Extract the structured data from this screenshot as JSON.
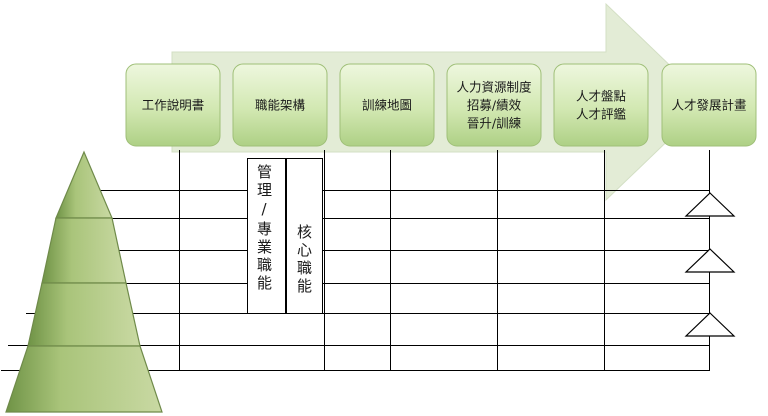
{
  "flow": {
    "steps": [
      {
        "label": [
          "工作說明書"
        ]
      },
      {
        "label": [
          "職能架構"
        ]
      },
      {
        "label": [
          "訓練地圖"
        ]
      },
      {
        "label": [
          "人力資源制度",
          "招募/績效",
          "晉升/訓練"
        ]
      },
      {
        "label": [
          "人才盤點",
          "人才評鑑"
        ]
      },
      {
        "label": [
          "人才發展計畫"
        ]
      }
    ]
  },
  "competency": {
    "management": "管理/專業職能",
    "core": "核心職能"
  },
  "colors": {
    "arrow_fill": "#e3ecd6",
    "box_light": "#e9f4d6",
    "box_dark": "#b4d58c",
    "box_border": "#9fbf78",
    "pyramid_light": "#c3d59a",
    "pyramid_dark": "#6d8f45",
    "pyramid_border": "#6f8a4a",
    "line": "#000000"
  }
}
